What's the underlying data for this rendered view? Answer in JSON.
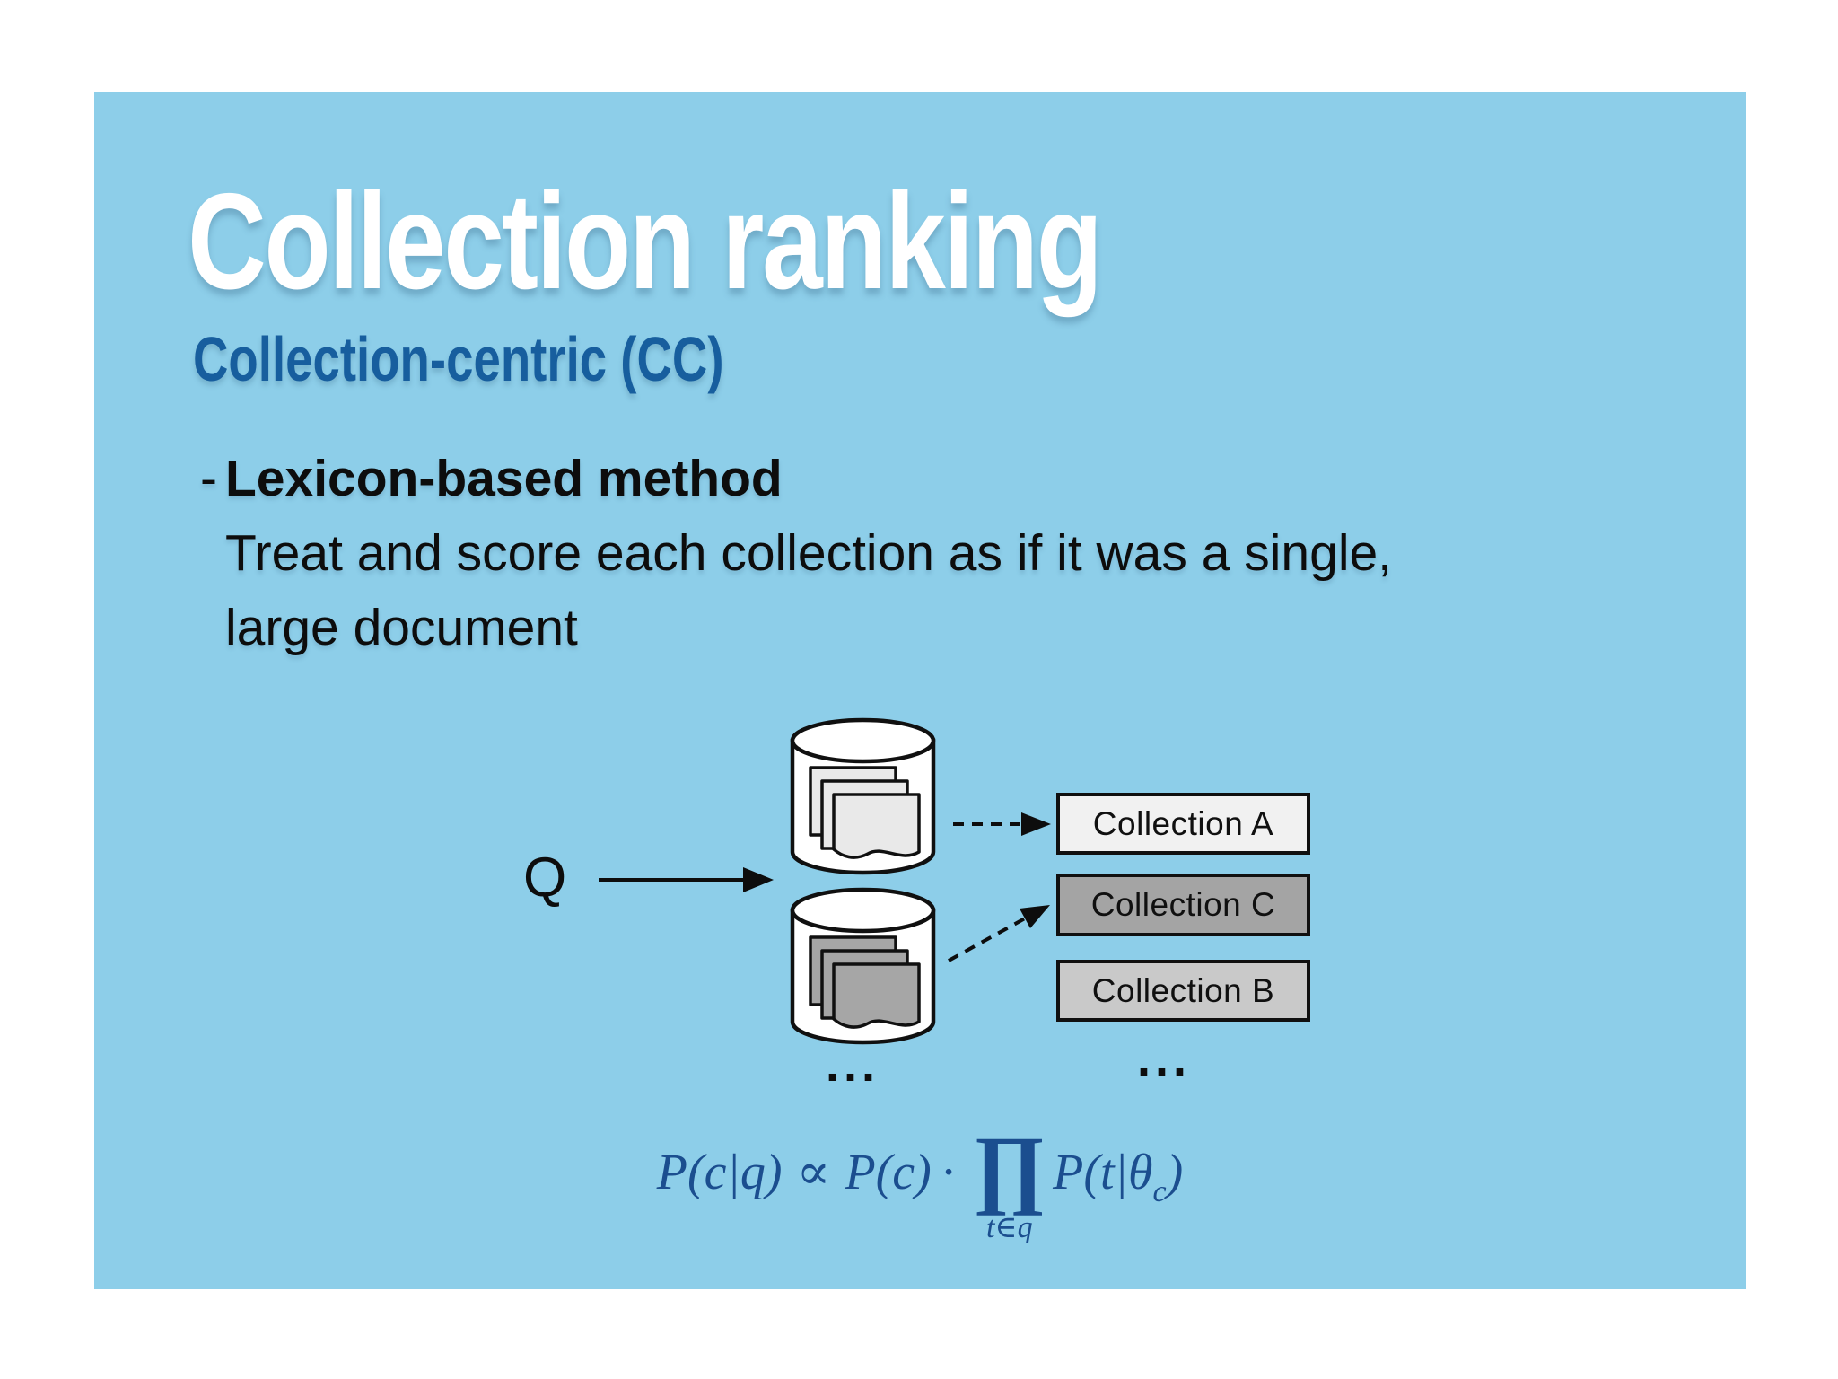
{
  "slide": {
    "title": "Collection ranking",
    "subtitle": "Collection-centric (CC)",
    "bullet": {
      "marker": "-",
      "heading": "Lexicon-based method",
      "line2": "Treat and score each collection as if it was a single,",
      "line3": "large document"
    },
    "diagram": {
      "query_label": "Q",
      "collections": [
        {
          "label": "Collection A",
          "fill": "#F1F1F1"
        },
        {
          "label": "Collection C",
          "fill": "#A4A4A4"
        },
        {
          "label": "Collection B",
          "fill": "#C9C9C9"
        }
      ],
      "ellipsis_under_cylinders": "...",
      "ellipsis_under_boxes": "..."
    },
    "formula": {
      "lhs": "P(c|q)",
      "proportional": "∝",
      "prior": "P(c)",
      "times": "·",
      "product_symbol": "∏",
      "product_subscript": "t∈q",
      "term_prefix": "P(t|θ",
      "term_subscript": "c",
      "term_suffix": ")"
    },
    "colors": {
      "background": "#8DCEE9",
      "title": "#FFFFFF",
      "subtitle": "#175E9E",
      "formula": "#1B4E8F",
      "doc_light": "#E9E9E9",
      "doc_dark": "#A6A6A6"
    }
  }
}
